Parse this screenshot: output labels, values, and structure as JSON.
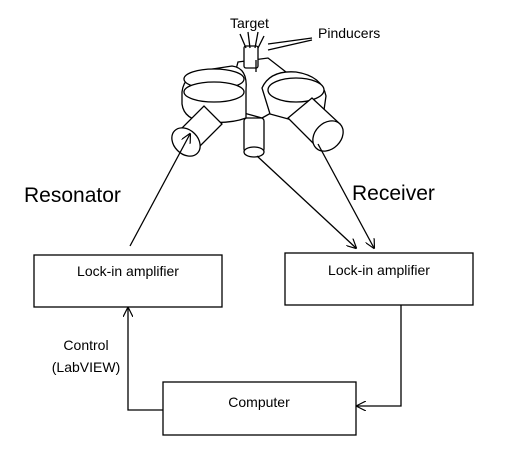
{
  "labels": {
    "target": "Target",
    "pinducers": "Pinducers",
    "resonator": "Resonator",
    "receiver": "Receiver",
    "control_line1": "Control",
    "control_line2": "(LabVIEW)"
  },
  "boxes": {
    "lockin_left": "Lock-in amplifier",
    "lockin_right": "Lock-in amplifier",
    "computer": "Computer"
  }
}
